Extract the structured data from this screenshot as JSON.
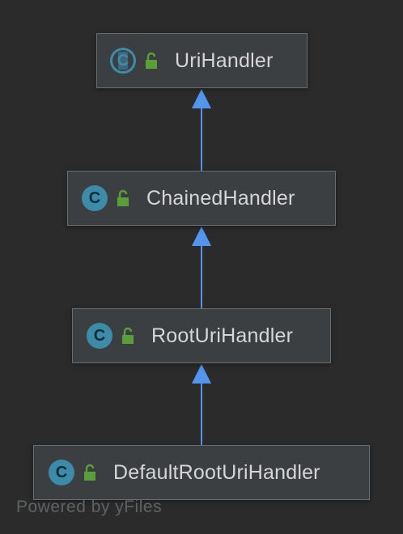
{
  "nodes": [
    {
      "id": "uri-handler",
      "label": "UriHandler",
      "kind": "abstract-class",
      "icon": "abstract-class-icon",
      "visibility_icon": "public-unlock-icon"
    },
    {
      "id": "chained-handler",
      "label": "ChainedHandler",
      "kind": "class",
      "icon": "class-icon",
      "visibility_icon": "public-unlock-icon"
    },
    {
      "id": "root-uri-handler",
      "label": "RootUriHandler",
      "kind": "class",
      "icon": "class-icon",
      "visibility_icon": "public-unlock-icon"
    },
    {
      "id": "default-root-uri-handler",
      "label": "DefaultRootUriHandler",
      "kind": "class",
      "icon": "class-icon",
      "visibility_icon": "public-unlock-icon"
    }
  ],
  "edges": [
    {
      "from": "chained-handler",
      "to": "uri-handler",
      "type": "inheritance"
    },
    {
      "from": "root-uri-handler",
      "to": "chained-handler",
      "type": "inheritance"
    },
    {
      "from": "default-root-uri-handler",
      "to": "root-uri-handler",
      "type": "inheritance"
    }
  ],
  "icon_glyph": "C",
  "watermark": "Powered by yFiles",
  "colors": {
    "background": "#2b2b2b",
    "node_fill": "#3c3f41",
    "node_border": "#6b6e70",
    "class_icon": "#3d8ba9",
    "lock_icon": "#5a9e3a",
    "arrow": "#5394ec",
    "text": "#d6d6d6"
  }
}
